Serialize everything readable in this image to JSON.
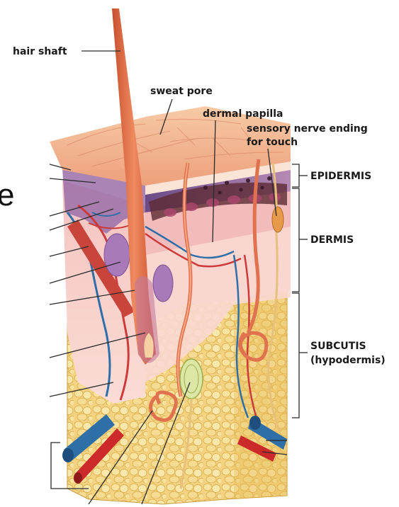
{
  "labels": {
    "hair_shaft": "hair shaft",
    "sweat_pore": "sweat pore",
    "dermal_papilla": "dermal papilla",
    "sensory_line1": "sensory nerve ending",
    "sensory_line2": "for touch",
    "epidermis": "EPIDERMIS",
    "dermis": "DERMIS",
    "subcutis_line1": "SUBCUTIS",
    "subcutis_line2": "(hypodermis)"
  },
  "side_fragment": "e",
  "colors": {
    "epidermis": "#f2b48f",
    "dermis": "#f6c9c2",
    "basal_layer": "#9a6fa8",
    "fat": "#f0cf72",
    "artery": "#cc2a2a",
    "vein": "#2f6fa8",
    "hair": "#d9643f",
    "nerve": "#e7c07b"
  }
}
